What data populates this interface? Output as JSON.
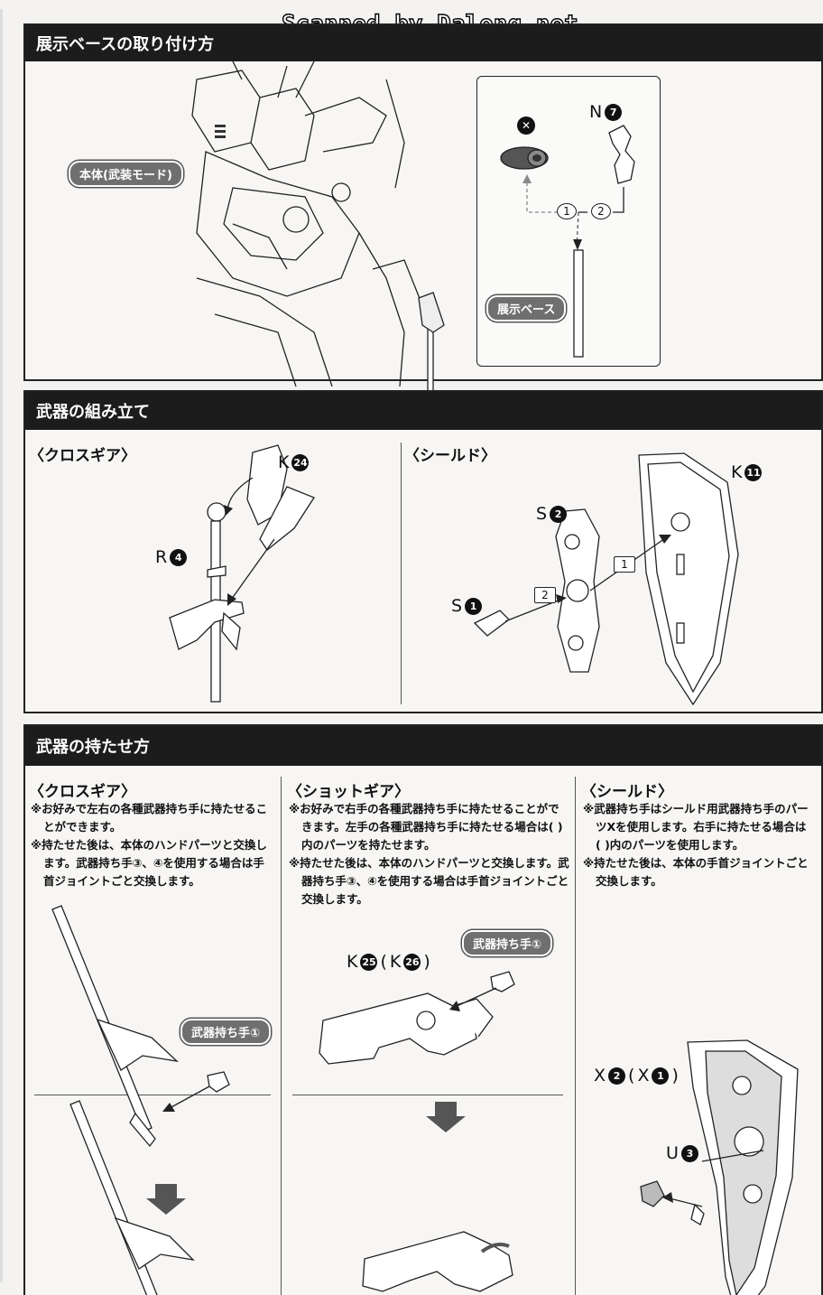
{
  "watermark": "Scanned by Dalong.net",
  "section1": {
    "title": "展示ベースの取り付け方",
    "body_label": "本体(武装モード)",
    "base_label": "展示ベース",
    "part_n": "N",
    "part_n_num": "7",
    "step1": "1",
    "step2": "2",
    "x_mark": "✕"
  },
  "section2": {
    "title": "武器の組み立て",
    "crossgear_title": "〈クロスギア〉",
    "shield_title": "〈シールド〉",
    "parts": {
      "k24": {
        "letter": "K",
        "num": "24"
      },
      "r4": {
        "letter": "R",
        "num": "4"
      },
      "s2": {
        "letter": "S",
        "num": "2"
      },
      "s1": {
        "letter": "S",
        "num": "1"
      },
      "k11": {
        "letter": "K",
        "num": "11"
      }
    },
    "step1": "1",
    "step2": "2"
  },
  "section3": {
    "title": "武器の持たせ方",
    "crossgear": {
      "title": "〈クロスギア〉",
      "notes": [
        "※お好みで左右の各種武器持ち手に持たせることができます。",
        "※持たせた後は、本体のハンドパーツと交換します。武器持ち手③、④を使用する場合は手首ジョイントごと交換します。"
      ],
      "hand_label": "武器持ち手①"
    },
    "shotgear": {
      "title": "〈ショットギア〉",
      "notes": [
        "※お好みで右手の各種武器持ち手に持たせることができます。左手の各種武器持ち手に持たせる場合は( )内のパーツを持たせます。",
        "※持たせた後は、本体のハンドパーツと交換します。武器持ち手③、④を使用する場合は手首ジョイントごと交換します。"
      ],
      "hand_label": "武器持ち手①",
      "part_label": {
        "letter": "K",
        "num": "25",
        "alt_letter": "K",
        "alt_num": "26"
      }
    },
    "shield": {
      "title": "〈シールド〉",
      "notes": [
        "※武器持ち手はシールド用武器持ち手のパーツXを使用します。右手に持たせる場合は( )内のパーツを使用します。",
        "※持たせた後は、本体の手首ジョイントごと交換します。"
      ],
      "part_x": {
        "letter": "X",
        "num": "2",
        "alt_letter": "X",
        "alt_num": "1"
      },
      "part_u": {
        "letter": "U",
        "num": "3"
      }
    }
  }
}
